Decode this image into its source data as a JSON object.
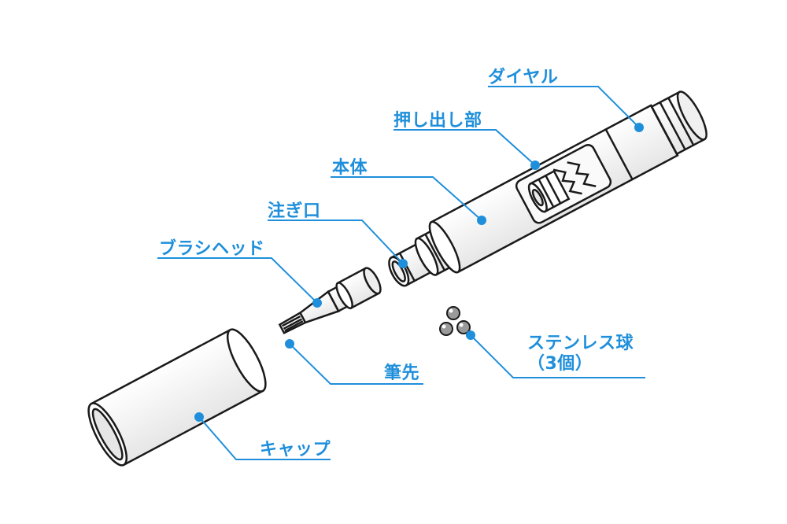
{
  "colors": {
    "accent": "#1f8fdb",
    "outline": "#1a1a1a",
    "part_fill": "#ffffff",
    "shade": "#d9d9d9"
  },
  "labels": {
    "dial": "ダイヤル",
    "pusher": "押し出し部",
    "body": "本体",
    "spout": "注ぎ口",
    "brush_head": "ブラシヘッド",
    "brush_tip": "筆先",
    "cap": "キャップ",
    "steel_balls_line1": "ステンレス球",
    "steel_balls_line2": "（3個）"
  }
}
